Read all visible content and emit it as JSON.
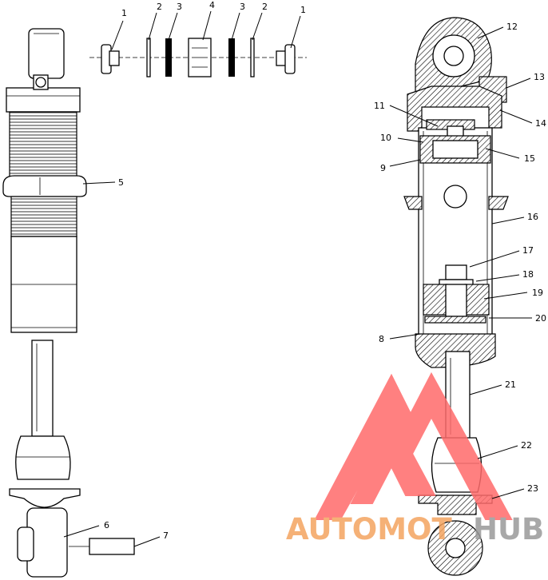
{
  "callouts": [
    "1",
    "2",
    "3",
    "4",
    "3",
    "2",
    "1",
    "5",
    "6",
    "7",
    "12",
    "13",
    "11",
    "14",
    "10",
    "15",
    "9",
    "16",
    "17",
    "18",
    "19",
    "20",
    "8",
    "21",
    "22",
    "23"
  ],
  "watermark": {
    "text_left": "AUTOMOT",
    "text_right": "HUB",
    "left_color": "#f4a460",
    "right_color": "#999999",
    "logo_color": "#ff6b6b"
  }
}
